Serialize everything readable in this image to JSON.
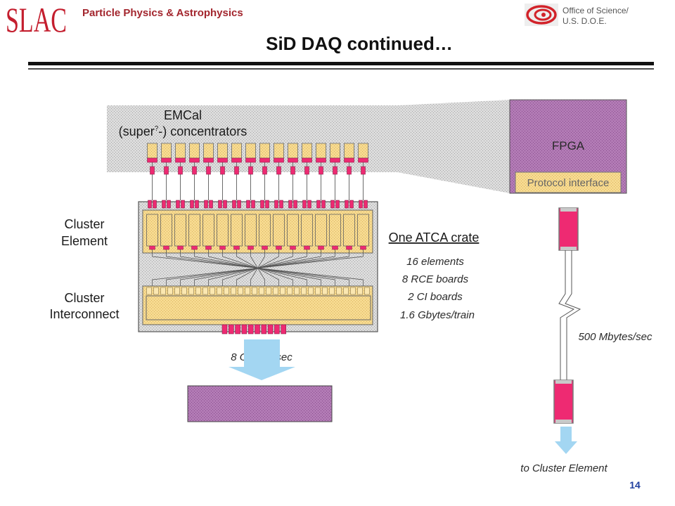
{
  "header": {
    "logo_text": "SLAC",
    "org_name": "Particle Physics & Astrophysics",
    "doe_line1": "Office of Science/",
    "doe_line2": "U.S. D.O.E."
  },
  "slide": {
    "title": "SiD DAQ continued…",
    "page_number": "14"
  },
  "emcal": {
    "line1": "EMCal",
    "line2_start": "(super",
    "line2_superscript": "?",
    "line2_end": "-) concentrators"
  },
  "crate": {
    "element_label": [
      "Cluster",
      "Element"
    ],
    "interconnect_label": [
      "Cluster",
      "Interconnect"
    ],
    "title": "One ATCA crate",
    "details": [
      "16 elements",
      "8 RCE boards",
      "2 CI boards",
      "1.6 Gbytes/train"
    ],
    "output_rate": "8 Gbytes/sec"
  },
  "fpga": {
    "label": "FPGA",
    "interface_label": "Protocol interface",
    "link_rate": "500 Mbytes/sec",
    "destination": "to Cluster Element"
  },
  "colors": {
    "brand_red": "#c41e2e",
    "page_number_blue": "#1f3f9f",
    "connector_pink": "#ee2a72",
    "connector_edge": "#8a1f4a",
    "board_tan": "#f6da90",
    "fpga_purple": "#b07ab3",
    "arrow_blue": "#a3d6f2"
  }
}
